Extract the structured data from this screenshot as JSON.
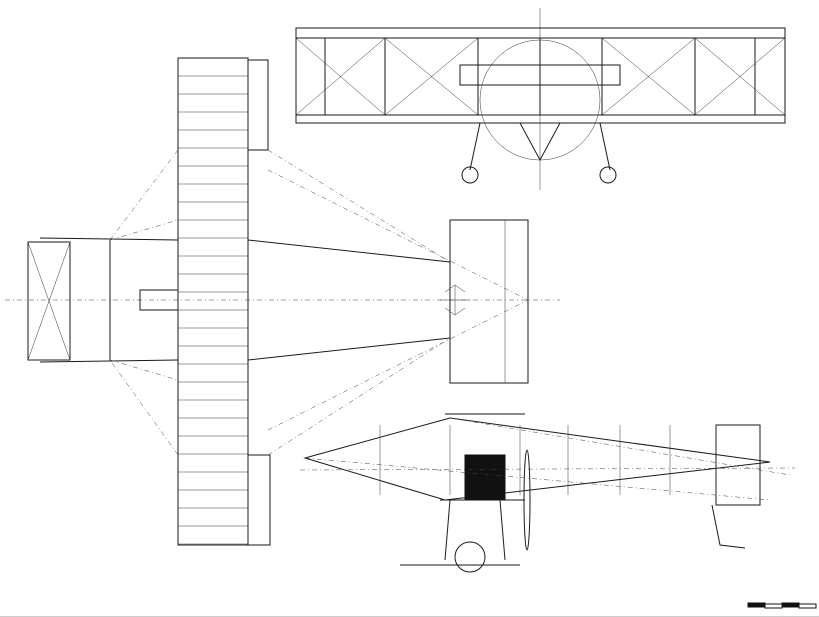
{
  "drawing": {
    "views": [
      "plan-view",
      "front-view",
      "side-view"
    ],
    "line_color": "#1a1a1a",
    "background_color": "#ffffff",
    "scale_bar_segments": 4
  }
}
